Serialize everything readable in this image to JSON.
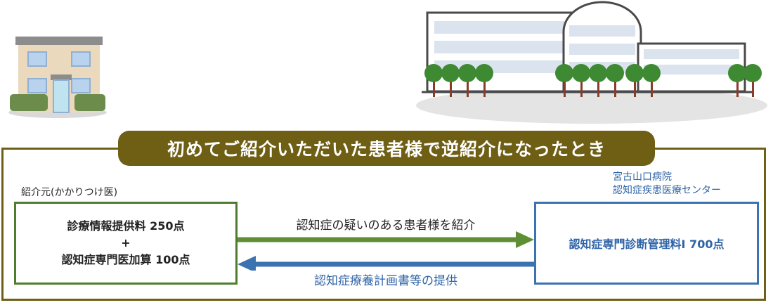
{
  "banner": {
    "title": "初めてご紹介いただいた患者様で逆紹介になったとき"
  },
  "referrer": {
    "caption": "紹介元(かかりつけ医)",
    "fee1": "診療情報提供料 250点",
    "plus": "+",
    "fee2": "認知症専門医加算 100点"
  },
  "hospital": {
    "name": "宮古山口病院",
    "center": "認知症疾患医療センター",
    "fee": "認知症専門診断管理料Ⅰ 700点"
  },
  "arrows": {
    "to_hospital": "認知症の疑いのある患者様を紹介",
    "to_referrer": "認知症療養計画書等の提供"
  },
  "colors": {
    "olive": "#6e5f15",
    "green": "#4f7d2d",
    "blue": "#3b72b0"
  }
}
